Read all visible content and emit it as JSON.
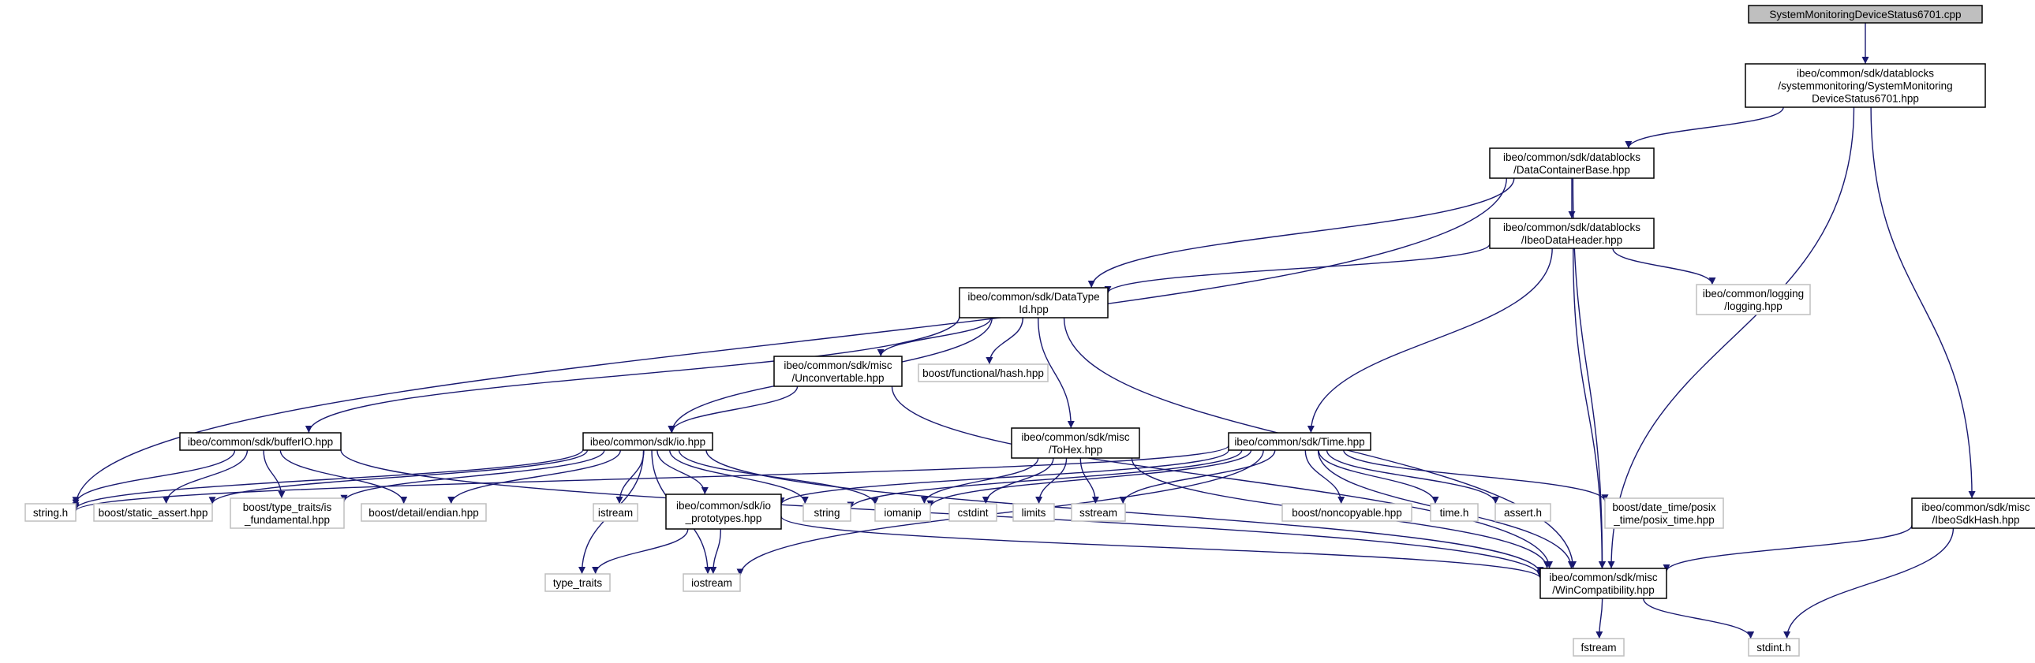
{
  "graph": {
    "nodes": [
      {
        "id": "root",
        "kind": "root",
        "lines": [
          "SystemMonitoringDeviceStatus6701.cpp"
        ]
      },
      {
        "id": "sysmon_hpp",
        "kind": "documented",
        "lines": [
          "ibeo/common/sdk/datablocks",
          "/systemmonitoring/SystemMonitoring",
          "DeviceStatus6701.hpp"
        ]
      },
      {
        "id": "datacontainerbase",
        "kind": "documented",
        "lines": [
          "ibeo/common/sdk/datablocks",
          "/DataContainerBase.hpp"
        ]
      },
      {
        "id": "ibeodataheader",
        "kind": "documented",
        "lines": [
          "ibeo/common/sdk/datablocks",
          "/IbeoDataHeader.hpp"
        ]
      },
      {
        "id": "logging",
        "kind": "external",
        "lines": [
          "ibeo/common/logging",
          "/logging.hpp"
        ]
      },
      {
        "id": "datatypeid",
        "kind": "documented",
        "lines": [
          "ibeo/common/sdk/DataType",
          "Id.hpp"
        ]
      },
      {
        "id": "unconvertable",
        "kind": "documented",
        "lines": [
          "ibeo/common/sdk/misc",
          "/Unconvertable.hpp"
        ]
      },
      {
        "id": "boost_hash",
        "kind": "external",
        "lines": [
          "boost/functional/hash.hpp"
        ]
      },
      {
        "id": "tohex",
        "kind": "documented",
        "lines": [
          "ibeo/common/sdk/misc",
          "/ToHex.hpp"
        ]
      },
      {
        "id": "bufferio",
        "kind": "documented",
        "lines": [
          "ibeo/common/sdk/bufferIO.hpp"
        ]
      },
      {
        "id": "io_hpp",
        "kind": "documented",
        "lines": [
          "ibeo/common/sdk/io.hpp"
        ]
      },
      {
        "id": "time_hpp",
        "kind": "documented",
        "lines": [
          "ibeo/common/sdk/Time.hpp"
        ]
      },
      {
        "id": "ibeosdkhash",
        "kind": "documented",
        "lines": [
          "ibeo/common/sdk/misc",
          "/IbeoSdkHash.hpp"
        ]
      },
      {
        "id": "string_h",
        "kind": "external",
        "lines": [
          "string.h"
        ]
      },
      {
        "id": "static_assert",
        "kind": "external",
        "lines": [
          "boost/static_assert.hpp"
        ]
      },
      {
        "id": "is_fundamental",
        "kind": "external",
        "lines": [
          "boost/type_traits/is",
          "_fundamental.hpp"
        ]
      },
      {
        "id": "endian",
        "kind": "external",
        "lines": [
          "boost/detail/endian.hpp"
        ]
      },
      {
        "id": "istream",
        "kind": "external",
        "lines": [
          "istream"
        ]
      },
      {
        "id": "io_prototypes",
        "kind": "documented",
        "lines": [
          "ibeo/common/sdk/io",
          "_prototypes.hpp"
        ]
      },
      {
        "id": "string",
        "kind": "external",
        "lines": [
          "string"
        ]
      },
      {
        "id": "iomanip",
        "kind": "external",
        "lines": [
          "iomanip"
        ]
      },
      {
        "id": "cstdint",
        "kind": "external",
        "lines": [
          "cstdint"
        ]
      },
      {
        "id": "limits",
        "kind": "external",
        "lines": [
          "limits"
        ]
      },
      {
        "id": "sstream",
        "kind": "external",
        "lines": [
          "sstream"
        ]
      },
      {
        "id": "noncopyable",
        "kind": "external",
        "lines": [
          "boost/noncopyable.hpp"
        ]
      },
      {
        "id": "time_h",
        "kind": "external",
        "lines": [
          "time.h"
        ]
      },
      {
        "id": "assert_h",
        "kind": "external",
        "lines": [
          "assert.h"
        ]
      },
      {
        "id": "posix_time",
        "kind": "external",
        "lines": [
          "boost/date_time/posix",
          "_time/posix_time.hpp"
        ]
      },
      {
        "id": "type_traits",
        "kind": "external",
        "lines": [
          "type_traits"
        ]
      },
      {
        "id": "iostream",
        "kind": "external",
        "lines": [
          "iostream"
        ]
      },
      {
        "id": "wincompat",
        "kind": "documented",
        "lines": [
          "ibeo/common/sdk/misc",
          "/WinCompatibility.hpp"
        ]
      },
      {
        "id": "fstream",
        "kind": "external",
        "lines": [
          "fstream"
        ]
      },
      {
        "id": "stdint_h",
        "kind": "external",
        "lines": [
          "stdint.h"
        ]
      }
    ],
    "edges": [
      [
        "root",
        "sysmon_hpp"
      ],
      [
        "sysmon_hpp",
        "datacontainerbase"
      ],
      [
        "sysmon_hpp",
        "wincompat"
      ],
      [
        "sysmon_hpp",
        "ibeosdkhash"
      ],
      [
        "datacontainerbase",
        "string_h"
      ],
      [
        "datacontainerbase",
        "datatypeid"
      ],
      [
        "datacontainerbase",
        "ibeodataheader"
      ],
      [
        "datacontainerbase",
        "wincompat"
      ],
      [
        "ibeodataheader",
        "datatypeid"
      ],
      [
        "ibeodataheader",
        "logging"
      ],
      [
        "ibeodataheader",
        "time_hpp"
      ],
      [
        "ibeodataheader",
        "wincompat"
      ],
      [
        "datatypeid",
        "bufferio"
      ],
      [
        "datatypeid",
        "io_hpp"
      ],
      [
        "datatypeid",
        "unconvertable"
      ],
      [
        "datatypeid",
        "boost_hash"
      ],
      [
        "datatypeid",
        "tohex"
      ],
      [
        "datatypeid",
        "wincompat"
      ],
      [
        "unconvertable",
        "io_hpp"
      ],
      [
        "unconvertable",
        "wincompat"
      ],
      [
        "bufferio",
        "string_h"
      ],
      [
        "bufferio",
        "static_assert"
      ],
      [
        "bufferio",
        "is_fundamental"
      ],
      [
        "bufferio",
        "endian"
      ],
      [
        "bufferio",
        "wincompat"
      ],
      [
        "io_hpp",
        "string_h"
      ],
      [
        "io_hpp",
        "static_assert"
      ],
      [
        "io_hpp",
        "is_fundamental"
      ],
      [
        "io_hpp",
        "endian"
      ],
      [
        "io_hpp",
        "type_traits"
      ],
      [
        "io_hpp",
        "iostream"
      ],
      [
        "io_hpp",
        "istream"
      ],
      [
        "io_hpp",
        "io_prototypes"
      ],
      [
        "io_hpp",
        "string"
      ],
      [
        "io_hpp",
        "iomanip"
      ],
      [
        "io_hpp",
        "wincompat"
      ],
      [
        "io_prototypes",
        "type_traits"
      ],
      [
        "io_prototypes",
        "iostream"
      ],
      [
        "io_prototypes",
        "wincompat"
      ],
      [
        "tohex",
        "iomanip"
      ],
      [
        "tohex",
        "cstdint"
      ],
      [
        "tohex",
        "limits"
      ],
      [
        "tohex",
        "sstream"
      ],
      [
        "tohex",
        "wincompat"
      ],
      [
        "time_hpp",
        "string_h"
      ],
      [
        "time_hpp",
        "io_prototypes"
      ],
      [
        "time_hpp",
        "iostream"
      ],
      [
        "time_hpp",
        "string"
      ],
      [
        "time_hpp",
        "iomanip"
      ],
      [
        "time_hpp",
        "sstream"
      ],
      [
        "time_hpp",
        "noncopyable"
      ],
      [
        "time_hpp",
        "time_h"
      ],
      [
        "time_hpp",
        "assert_h"
      ],
      [
        "time_hpp",
        "posix_time"
      ],
      [
        "time_hpp",
        "wincompat"
      ],
      [
        "ibeosdkhash",
        "wincompat"
      ],
      [
        "ibeosdkhash",
        "stdint_h"
      ],
      [
        "wincompat",
        "fstream"
      ],
      [
        "wincompat",
        "stdint_h"
      ]
    ]
  }
}
